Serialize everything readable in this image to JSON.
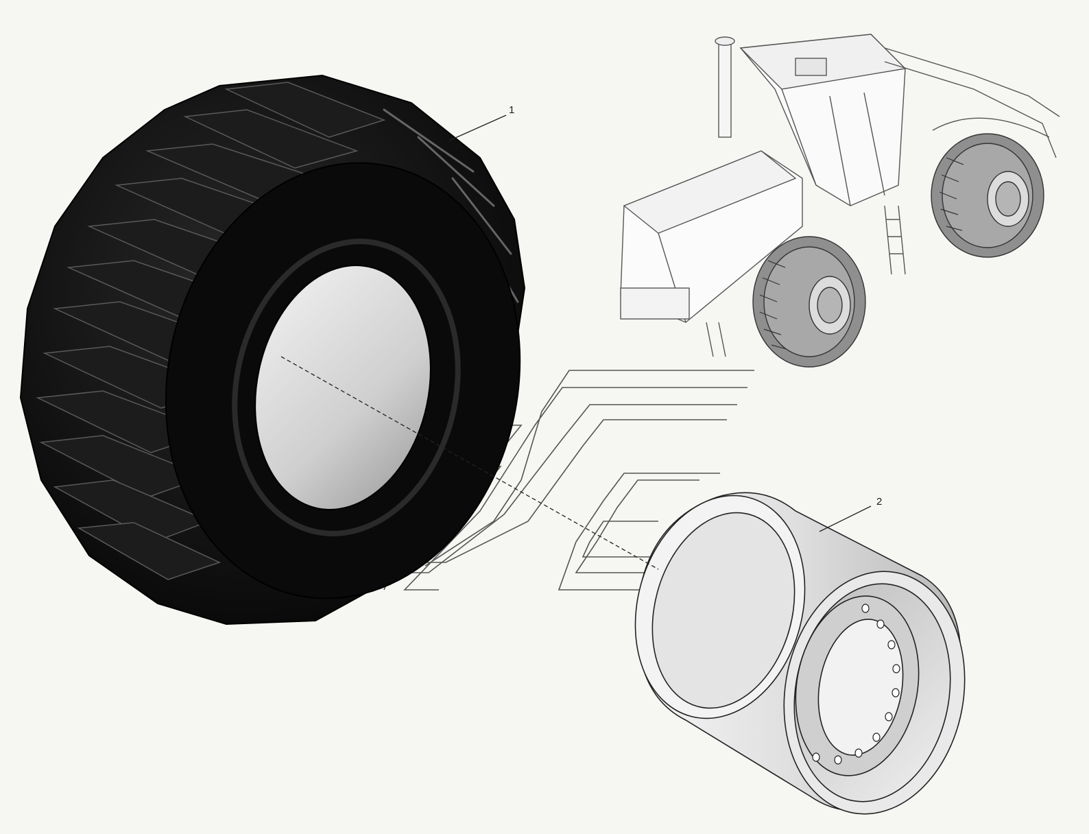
{
  "callouts": [
    {
      "id": "tire",
      "label": "1"
    },
    {
      "id": "rim",
      "label": "2"
    }
  ],
  "colors": {
    "background": "#f6f6f3",
    "tire": "#0d0d0d",
    "line": "#4a4a4a",
    "rim": "#dcdcdc"
  },
  "icons": [
    "tire-illustration",
    "rim-illustration",
    "tractor-illustration"
  ]
}
